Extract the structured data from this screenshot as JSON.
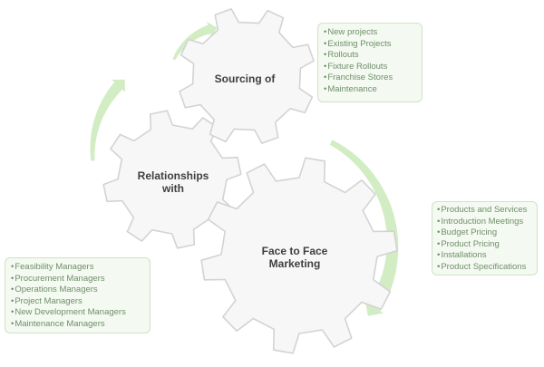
{
  "diagram": {
    "gears": {
      "sourcing": {
        "label": "Sourcing of"
      },
      "relationships": {
        "label": "Relationships with"
      },
      "face_to_face": {
        "label": "Face to Face Marketing"
      }
    },
    "boxes": {
      "sourcing": {
        "items": [
          "New projects",
          "Existing Projects",
          "Rollouts",
          "Fixture Rollouts",
          "Franchise  Stores",
          "Maintenance"
        ]
      },
      "face_to_face": {
        "items": [
          "Products and Services",
          "Introduction Meetings",
          "Budget Pricing",
          "Product Pricing",
          "Installations",
          "Product Specifications"
        ]
      },
      "relationships": {
        "items": [
          "Feasibility Managers",
          "Procurement Managers",
          "Operations Managers",
          "Project Managers",
          "New Development Managers",
          "Maintenance Managers"
        ]
      }
    },
    "colors": {
      "gear_fill": "#f7f7f7",
      "gear_stroke": "#d3d3d3",
      "arrow": "#d2edc3",
      "box_fill": "#f4f9f1",
      "box_border": "#cfe3c6",
      "box_text": "#6f8f6a",
      "gear_text": "#3f3f3f"
    }
  }
}
